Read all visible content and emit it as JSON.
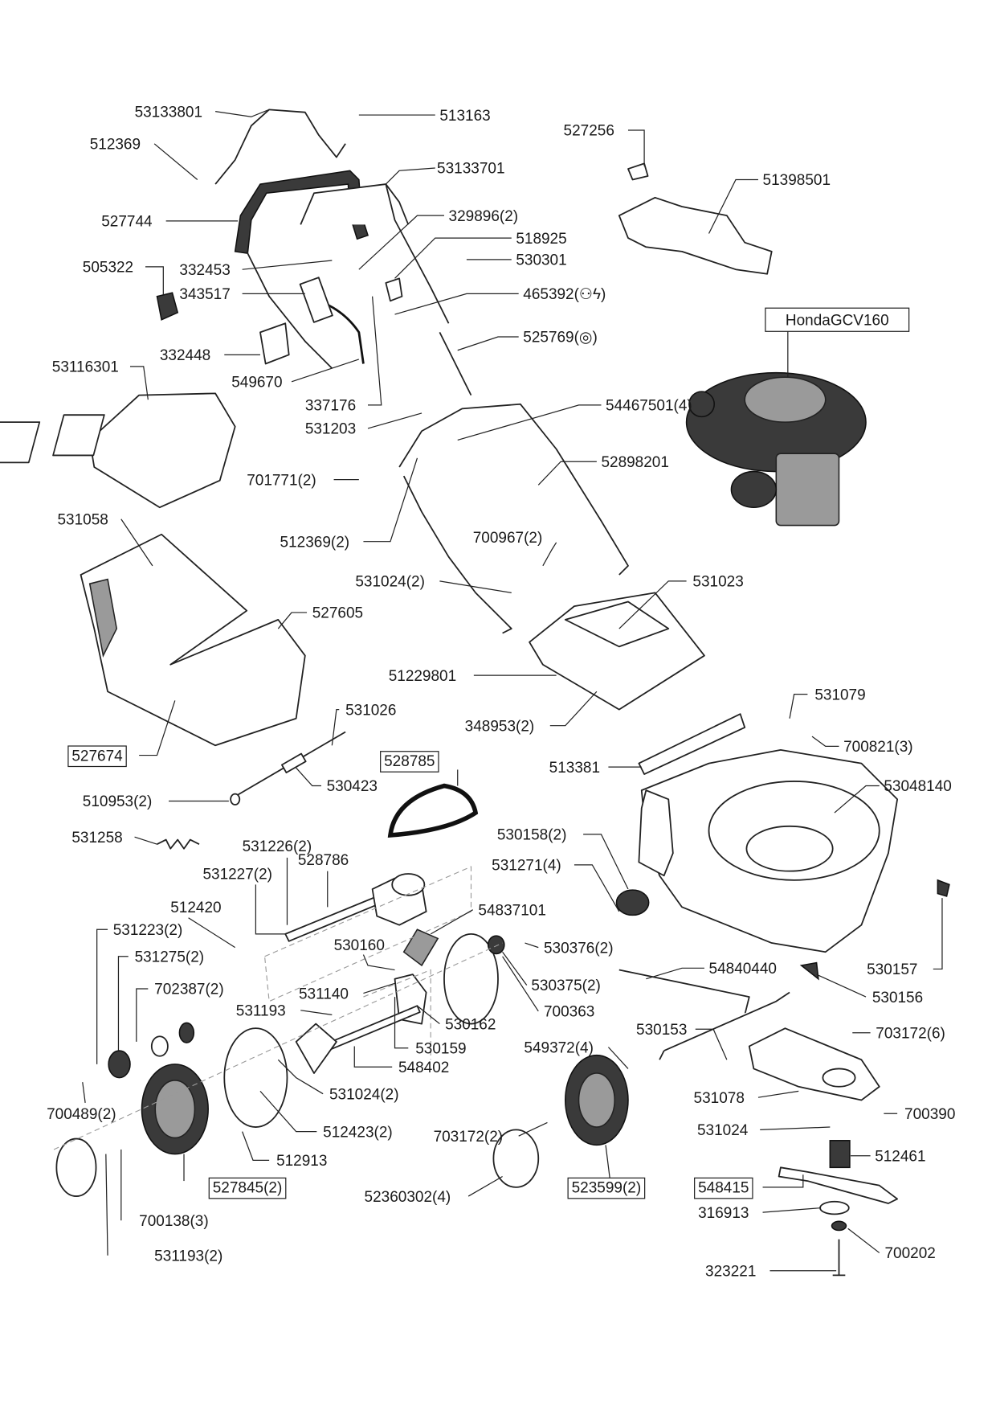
{
  "diagram": {
    "engine_model": "HondaGCV160",
    "labels": [
      {
        "text": "53133801"
      },
      {
        "text": "513163"
      },
      {
        "text": "512369"
      },
      {
        "text": "527256"
      },
      {
        "text": "53133701"
      },
      {
        "text": "51398501"
      },
      {
        "text": "527744"
      },
      {
        "text": "329896(2)"
      },
      {
        "text": "518925"
      },
      {
        "text": "505322"
      },
      {
        "text": "332453"
      },
      {
        "text": "530301"
      },
      {
        "text": "343517"
      },
      {
        "text": "465392(⚇ϟ)"
      },
      {
        "text": "525769(◎)"
      },
      {
        "text": "332448"
      },
      {
        "text": "53116301"
      },
      {
        "text": "549670"
      },
      {
        "text": "337176"
      },
      {
        "text": "54467501(4)"
      },
      {
        "text": "531203"
      },
      {
        "text": "52898201"
      },
      {
        "text": "701771(2)"
      },
      {
        "text": "531058"
      },
      {
        "text": "512369(2)"
      },
      {
        "text": "700967(2)"
      },
      {
        "text": "531024(2)"
      },
      {
        "text": "531023"
      },
      {
        "text": "527605"
      },
      {
        "text": "51229801"
      },
      {
        "text": "531079"
      },
      {
        "text": "527674",
        "boxed": true
      },
      {
        "text": "531026"
      },
      {
        "text": "348953(2)"
      },
      {
        "text": "700821(3)"
      },
      {
        "text": "528785",
        "boxed": true
      },
      {
        "text": "513381"
      },
      {
        "text": "530423"
      },
      {
        "text": "53048140"
      },
      {
        "text": "510953(2)"
      },
      {
        "text": "531258"
      },
      {
        "text": "530158(2)"
      },
      {
        "text": "531226(2)"
      },
      {
        "text": "531227(2)"
      },
      {
        "text": "528786"
      },
      {
        "text": "531271(4)"
      },
      {
        "text": "512420"
      },
      {
        "text": "54837101"
      },
      {
        "text": "531223(2)"
      },
      {
        "text": "530160"
      },
      {
        "text": "530376(2)"
      },
      {
        "text": "54840440"
      },
      {
        "text": "530157"
      },
      {
        "text": "531275(2)"
      },
      {
        "text": "702387(2)"
      },
      {
        "text": "530375(2)"
      },
      {
        "text": "531140"
      },
      {
        "text": "530156"
      },
      {
        "text": "531193"
      },
      {
        "text": "700363"
      },
      {
        "text": "530162"
      },
      {
        "text": "530153"
      },
      {
        "text": "703172(6)"
      },
      {
        "text": "530159"
      },
      {
        "text": "549372(4)"
      },
      {
        "text": "548402"
      },
      {
        "text": "700489(2)"
      },
      {
        "text": "531024(2)"
      },
      {
        "text": "531078"
      },
      {
        "text": "700390"
      },
      {
        "text": "531024"
      },
      {
        "text": "512423(2)"
      },
      {
        "text": "703172(2)"
      },
      {
        "text": "512461"
      },
      {
        "text": "512913"
      },
      {
        "text": "527845(2)",
        "boxed": true
      },
      {
        "text": "523599(2)",
        "boxed": true
      },
      {
        "text": "548415",
        "boxed": true
      },
      {
        "text": "52360302(4)"
      },
      {
        "text": "316913"
      },
      {
        "text": "700138(3)"
      },
      {
        "text": "700202"
      },
      {
        "text": "531193(2)"
      },
      {
        "text": "323221"
      }
    ]
  }
}
